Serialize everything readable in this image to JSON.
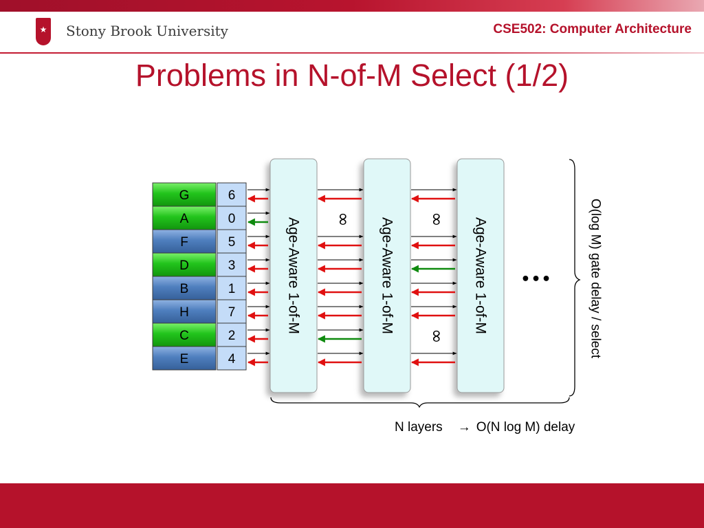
{
  "header": {
    "logo_text": "Stony Brook University",
    "course": "CSE502: Computer Architecture"
  },
  "slide": {
    "title": "Problems in N-of-M Select (1/2)"
  },
  "instructions": [
    {
      "name": "G",
      "age": "6",
      "status": "ready"
    },
    {
      "name": "A",
      "age": "0",
      "status": "ready"
    },
    {
      "name": "F",
      "age": "5",
      "status": "not-ready"
    },
    {
      "name": "D",
      "age": "3",
      "status": "ready"
    },
    {
      "name": "B",
      "age": "1",
      "status": "not-ready"
    },
    {
      "name": "H",
      "age": "7",
      "status": "not-ready"
    },
    {
      "name": "C",
      "age": "2",
      "status": "ready"
    },
    {
      "name": "E",
      "age": "4",
      "status": "not-ready"
    }
  ],
  "selectors": [
    {
      "label": "Age-Aware 1-of-M",
      "granted_row": 1
    },
    {
      "label": "Age-Aware 1-of-M",
      "granted_row": 6
    },
    {
      "label": "Age-Aware 1-of-M",
      "granted_row": 3
    }
  ],
  "infinity_marks": [
    {
      "text": "∞",
      "after_selector": 0,
      "row": 1
    },
    {
      "text": "∞",
      "after_selector": 1,
      "row": 1
    },
    {
      "text": "∞",
      "after_selector": 1,
      "row": 6
    }
  ],
  "ellipsis": "•••",
  "gate_delay_label": "O(log M) gate delay / select",
  "layers_label": "N layers",
  "delay_arrow": "→",
  "delay_label": "O(N log M) delay",
  "colors": {
    "accent": "#b5122b",
    "ready_green": "#22c41c",
    "not_ready_blue": "#4f7fbe",
    "age_cell": "#c4dcf8",
    "selector_fill": "#e0f8f8",
    "request_arrow": "#000000",
    "deny_arrow": "#e01010",
    "grant_arrow": "#0e8a0e"
  }
}
